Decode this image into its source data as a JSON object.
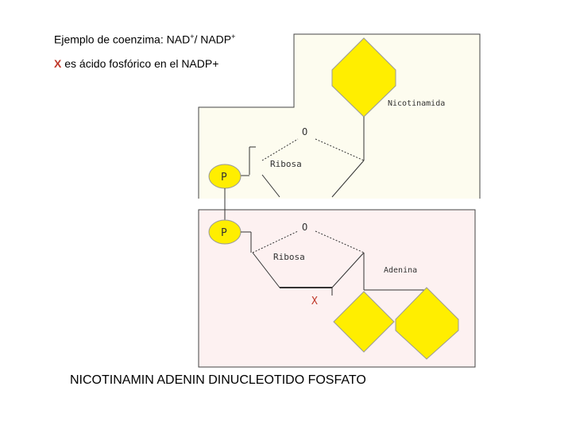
{
  "header": {
    "title_text": "Ejemplo de coenzima: NAD",
    "title_sup1": "+",
    "title_mid": "/ NADP",
    "title_sup2": "+",
    "subtitle_x": "X",
    "subtitle_rest": " es ácido fosfórico en el NADP+"
  },
  "diagram": {
    "nicotinamide_label": "Nicotinamida",
    "adenine_label": "Adenina",
    "ribose_label": "Ribosa",
    "oxygen_label": "O",
    "phosphate_label": "P",
    "x_label": "X",
    "colors": {
      "yellow": "#ffee00",
      "top_bg": "#fdfcef",
      "bottom_bg": "#fdf1f1",
      "x_red": "#c0392b"
    }
  },
  "caption": "NICOTINAMIN ADENIN DINUCLEOTIDO FOSFATO"
}
